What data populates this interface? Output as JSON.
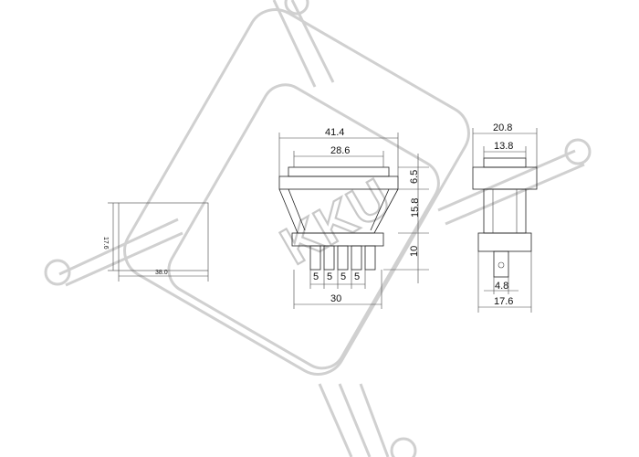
{
  "watermark": {
    "text": "KKU"
  },
  "cutout": {
    "width_label": "38.0",
    "height_label": "17.6"
  },
  "front": {
    "overall_width": "41.4",
    "inner_width": "28.6",
    "pin_pitch": [
      "5",
      "5",
      "5",
      "5"
    ],
    "pin_span": "30",
    "cap_height": "6.5",
    "body_height": "15.8",
    "pin_height": "10"
  },
  "side": {
    "top_width": "20.8",
    "inner_width": "13.8",
    "pin_width": "4.8",
    "bottom_width": "17.6"
  }
}
